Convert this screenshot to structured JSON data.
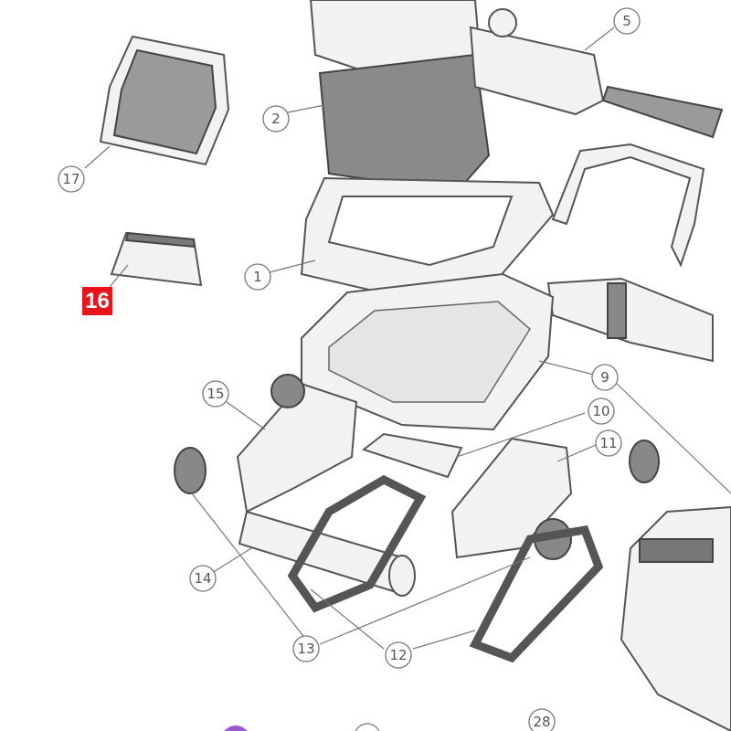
{
  "diagram": {
    "callouts": [
      {
        "id": "c1",
        "label": "1"
      },
      {
        "id": "c2",
        "label": "2"
      },
      {
        "id": "c5",
        "label": "5"
      },
      {
        "id": "c9",
        "label": "9"
      },
      {
        "id": "c10",
        "label": "10"
      },
      {
        "id": "c11",
        "label": "11"
      },
      {
        "id": "c12",
        "label": "12"
      },
      {
        "id": "c13",
        "label": "13"
      },
      {
        "id": "c14",
        "label": "14"
      },
      {
        "id": "c15",
        "label": "15"
      },
      {
        "id": "c17",
        "label": "17"
      },
      {
        "id": "c28",
        "label": "28"
      }
    ],
    "highlight_label": "16",
    "highlight_color": "#e8141c"
  }
}
